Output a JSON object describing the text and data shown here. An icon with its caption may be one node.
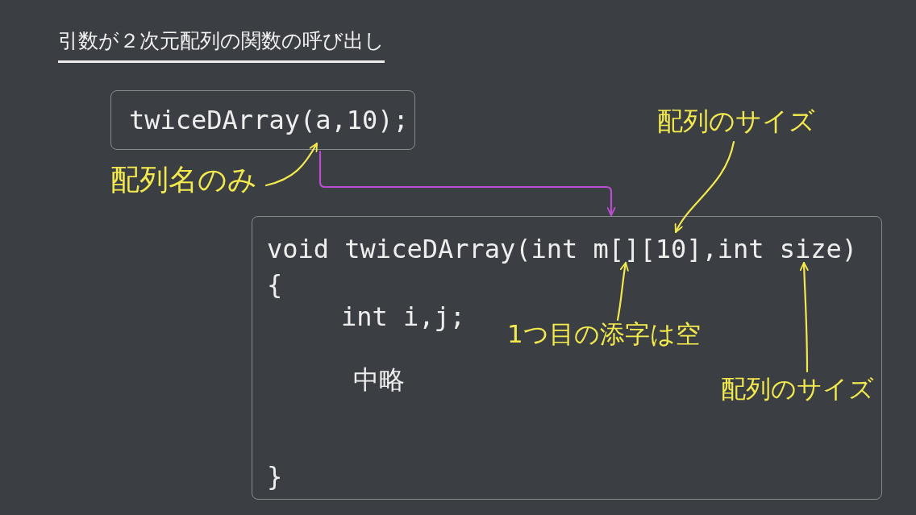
{
  "diagram": {
    "title": "引数が２次元配列の関数の呼び出し",
    "nodes": [
      {
        "text": [
          "twiceDArray(a,10);"
        ]
      },
      {
        "text": [
          "void twiceDArray(int m[][10],int size)",
          "{",
          "int i,j;",
          "中略",
          "}"
        ]
      },
      {
        "text": [
          "配列名のみ"
        ]
      },
      {
        "text": [
          "配列のサイズ"
        ]
      },
      {
        "text": [
          "1つ目の添字は空"
        ],
        "in": 1
      },
      {
        "text": [
          "配列のサイズ"
        ],
        "in": 1
      }
    ],
    "edges": [
      {
        "from": 2,
        "to": 0,
        "arrow": "to"
      },
      {
        "from": 0,
        "to": 1,
        "arrow": "to",
        "color": "#b94fd0"
      },
      {
        "from": 3,
        "to": 1,
        "arrow": "to"
      },
      {
        "from": 4,
        "to": 1,
        "arrow": "to"
      },
      {
        "from": 5,
        "to": 1,
        "arrow": "to"
      }
    ]
  }
}
